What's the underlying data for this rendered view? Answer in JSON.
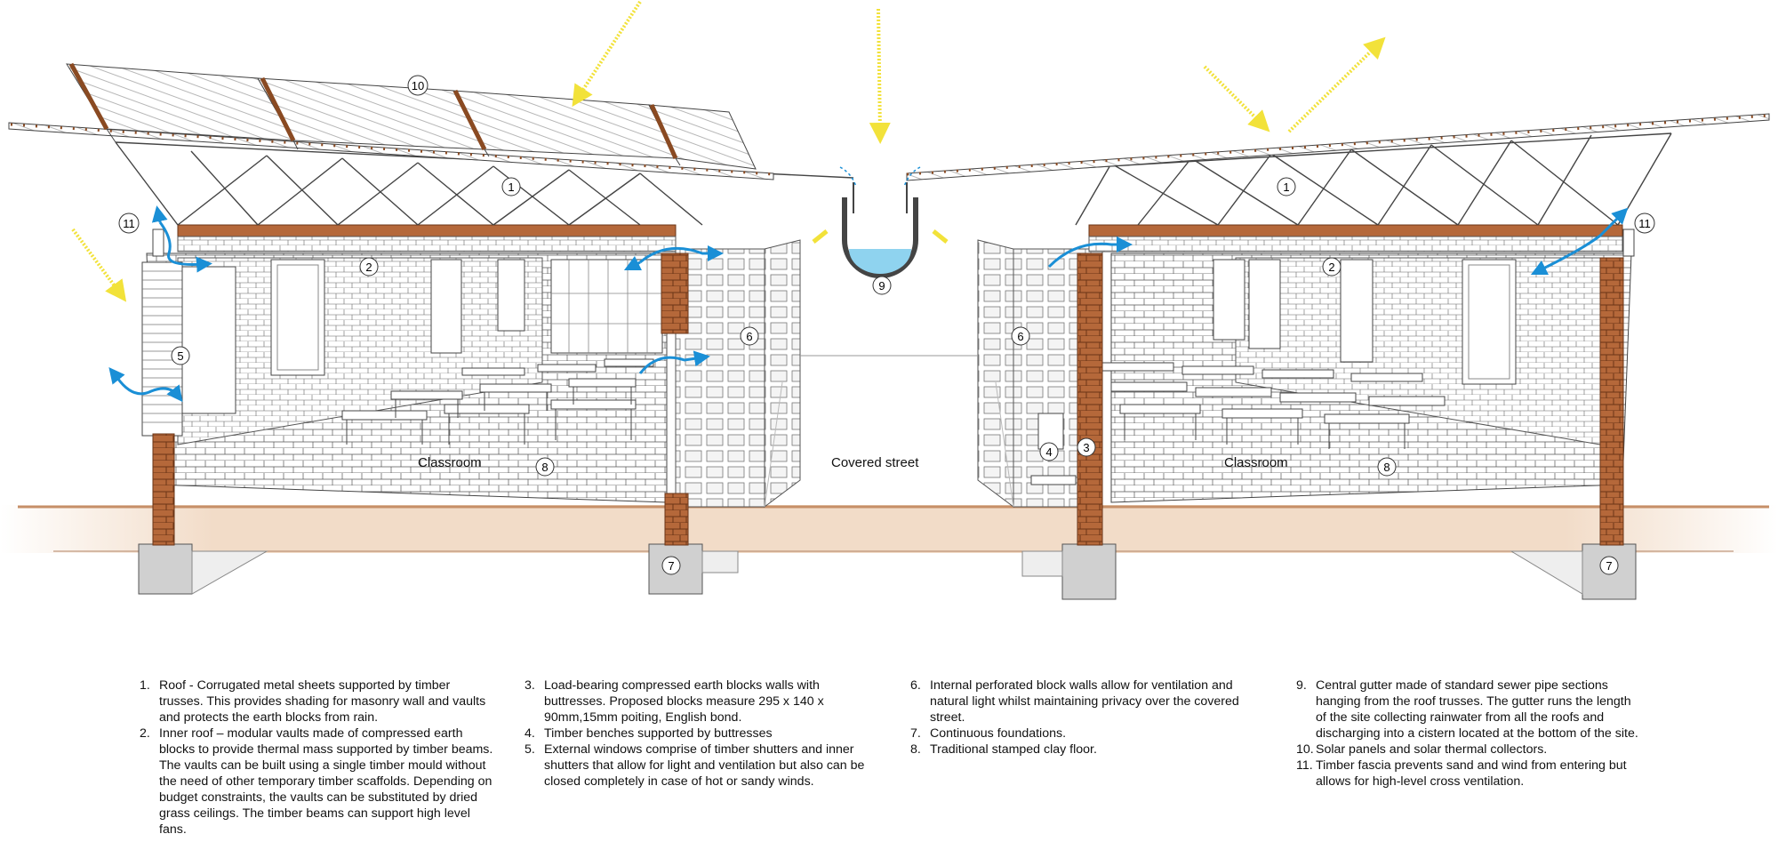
{
  "callouts": [
    {
      "id": "c10",
      "num": "10"
    },
    {
      "id": "c1a",
      "num": "1"
    },
    {
      "id": "c1b",
      "num": "1"
    },
    {
      "id": "c11a",
      "num": "11"
    },
    {
      "id": "c11b",
      "num": "11"
    },
    {
      "id": "c2a",
      "num": "2"
    },
    {
      "id": "c2b",
      "num": "2"
    },
    {
      "id": "c5",
      "num": "5"
    },
    {
      "id": "c6a",
      "num": "6"
    },
    {
      "id": "c6b",
      "num": "6"
    },
    {
      "id": "c9",
      "num": "9"
    },
    {
      "id": "c8a",
      "num": "8"
    },
    {
      "id": "c8b",
      "num": "8"
    },
    {
      "id": "c4",
      "num": "4"
    },
    {
      "id": "c3",
      "num": "3"
    },
    {
      "id": "c7a",
      "num": "7"
    },
    {
      "id": "c7b",
      "num": "7"
    }
  ],
  "spaces": {
    "classroom_left": "Classroom",
    "covered_street": "Covered street",
    "classroom_right": "Classroom"
  },
  "legend": [
    [
      {
        "num": "1.",
        "text": "Roof - Corrugated metal sheets supported by timber trusses. This provides shading for masonry wall and vaults and protects the earth blocks from rain."
      },
      {
        "num": "2.",
        "text": "Inner roof – modular vaults made of compressed earth blocks to provide thermal mass supported by timber beams. The vaults can be built using a single timber mould without the need of other temporary timber scaffolds. Depending on budget constraints, the vaults can be substituted by dried grass ceilings. The timber beams can support high level fans."
      }
    ],
    [
      {
        "num": "3.",
        "text": "Load-bearing compressed earth blocks walls with buttresses. Proposed blocks measure 295 x 140 x 90mm,15mm poiting, English bond."
      },
      {
        "num": "4.",
        "text": "Timber benches supported by buttresses"
      },
      {
        "num": "5.",
        "text": "External windows comprise of timber shutters and inner shutters that allow for light and ventilation but also can be closed completely in case of hot or sandy winds."
      }
    ],
    [
      {
        "num": "6.",
        "text": "Internal perforated block walls allow for ventilation and natural light whilst maintaining privacy over the covered street."
      },
      {
        "num": "7.",
        "text": "Continuous foundations."
      },
      {
        "num": "8.",
        "text": "Traditional stamped clay floor."
      }
    ],
    [
      {
        "num": "9.",
        "text": "Central gutter made of standard sewer pipe sections hanging from the roof trusses. The gutter runs the length of the site collecting rainwater from all the roofs and discharging into a cistern located at the bottom of the site."
      },
      {
        "num": "10.",
        "text": "Solar panels and solar thermal collectors."
      },
      {
        "num": "11.",
        "text": "Timber fascia prevents sand and wind from entering but allows for high-level cross ventilation."
      }
    ]
  ],
  "colors": {
    "brick": "#b5683a",
    "brick_dark": "#7a3f1e",
    "floor": "#f2dcc8",
    "floor_edge": "#c68f68",
    "foundation": "#d0d0d0",
    "sun_arrow": "#f2e23a",
    "air_arrow": "#1a8fd6",
    "water": "#8fd3ef",
    "line": "#333333"
  }
}
